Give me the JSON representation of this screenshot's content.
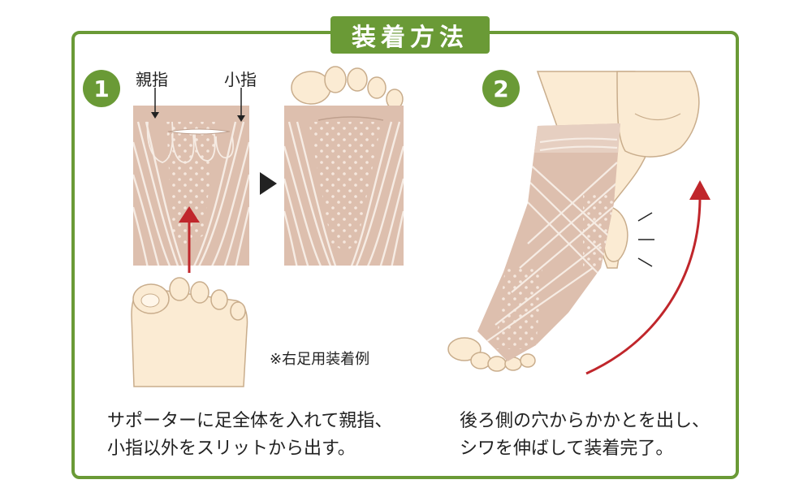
{
  "title": "装着方法",
  "colors": {
    "frame_green": "#6a9a36",
    "sock_beige": "#ddbfae",
    "sock_dots": "#cfa995",
    "skin": "#fbebd3",
    "skin_outline": "#c9ad8c",
    "arrow_red": "#c0262b"
  },
  "step1": {
    "number": "1",
    "label_big_toe": "親指",
    "label_little_toe": "小指",
    "note": "※右足用装着例",
    "description_line1": "サポーターに足全体を入れて親指、",
    "description_line2": "小指以外をスリットから出す。"
  },
  "step2": {
    "number": "2",
    "description_line1": "後ろ側の穴からかかとを出し、",
    "description_line2": "シワを伸ばして装着完了。"
  },
  "icons": [
    "up-arrow-icon",
    "right-triangle-icon",
    "pointer-arrow-icon",
    "motion-lines-icon"
  ]
}
